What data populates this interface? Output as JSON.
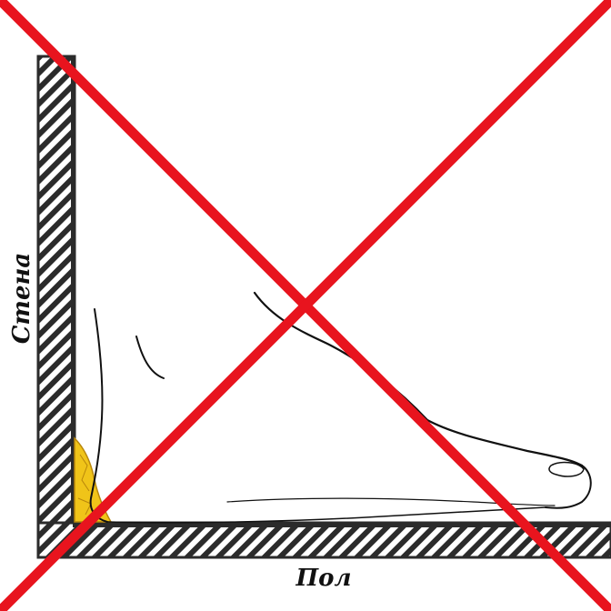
{
  "labels": {
    "wall": "Стена",
    "floor": "Пол"
  },
  "colors": {
    "background": "#ffffff",
    "hatch_dark": "#2b2b2b",
    "hatch_light": "#ffffff",
    "outline": "#111111",
    "cross": "#e8141e",
    "pad": "#f0c419",
    "pad_outline": "#b8860b"
  },
  "icons": {
    "foot": "foot-outline",
    "pad": "heel-pad",
    "cross": "red-x-cross"
  }
}
